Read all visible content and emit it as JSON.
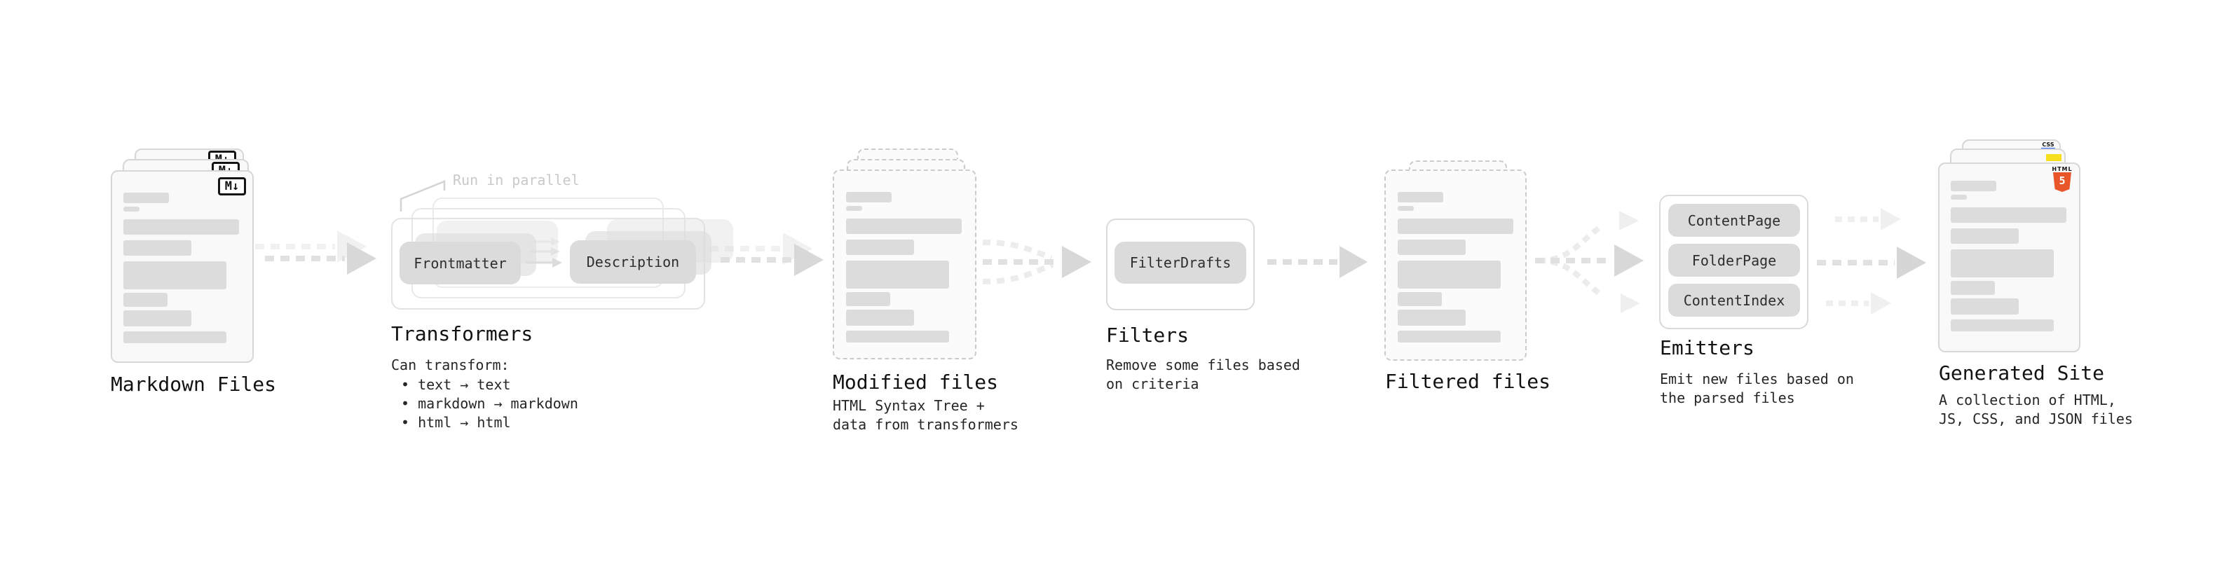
{
  "sections": {
    "markdown_files": {
      "title": "Markdown Files",
      "file_icon": "M↓"
    },
    "transformers": {
      "title": "Transformers",
      "note": "Run in parallel",
      "pill_left": "Frontmatter",
      "pill_right": "Description",
      "desc_heading": "Can transform:",
      "bullets": [
        "text → text",
        "markdown → markdown",
        "html → html"
      ]
    },
    "modified_files": {
      "title": "Modified files",
      "desc": "HTML Syntax Tree +\ndata from transformers"
    },
    "filters": {
      "title": "Filters",
      "pill": "FilterDrafts",
      "desc": "Remove some files based\non criteria"
    },
    "filtered_files": {
      "title": "Filtered files"
    },
    "emitters": {
      "title": "Emitters",
      "pills": [
        "ContentPage",
        "FolderPage",
        "ContentIndex"
      ],
      "desc": "Emit new files based on\nthe parsed files"
    },
    "generated_site": {
      "title": "Generated Site",
      "desc": "A collection of HTML,\nJS, CSS, and JSON files",
      "badges": {
        "html_label": "HTML",
        "html_number": "5",
        "css_label": "CSS"
      }
    }
  },
  "doc_bars": {
    "default": [
      {
        "w": 65,
        "h": 15,
        "mb": 5
      },
      {
        "w": 23,
        "h": 7,
        "mb": 11
      },
      {
        "w": 165,
        "h": 22,
        "mb": 8
      },
      {
        "w": 97,
        "h": 22,
        "mb": 8
      },
      {
        "w": 147,
        "h": 40,
        "mb": 5
      },
      {
        "w": 63,
        "h": 20,
        "mb": 5
      },
      {
        "w": 97,
        "h": 23,
        "mb": 7
      },
      {
        "w": 147,
        "h": 17,
        "mb": 0
      }
    ]
  },
  "colors": {
    "html5_orange": "#e8562a",
    "js_yellow": "#f7df1e",
    "css_blue": "#2965f1",
    "arrow_gray": "#d8d8d8",
    "light_arrow_gray": "#efefef"
  }
}
